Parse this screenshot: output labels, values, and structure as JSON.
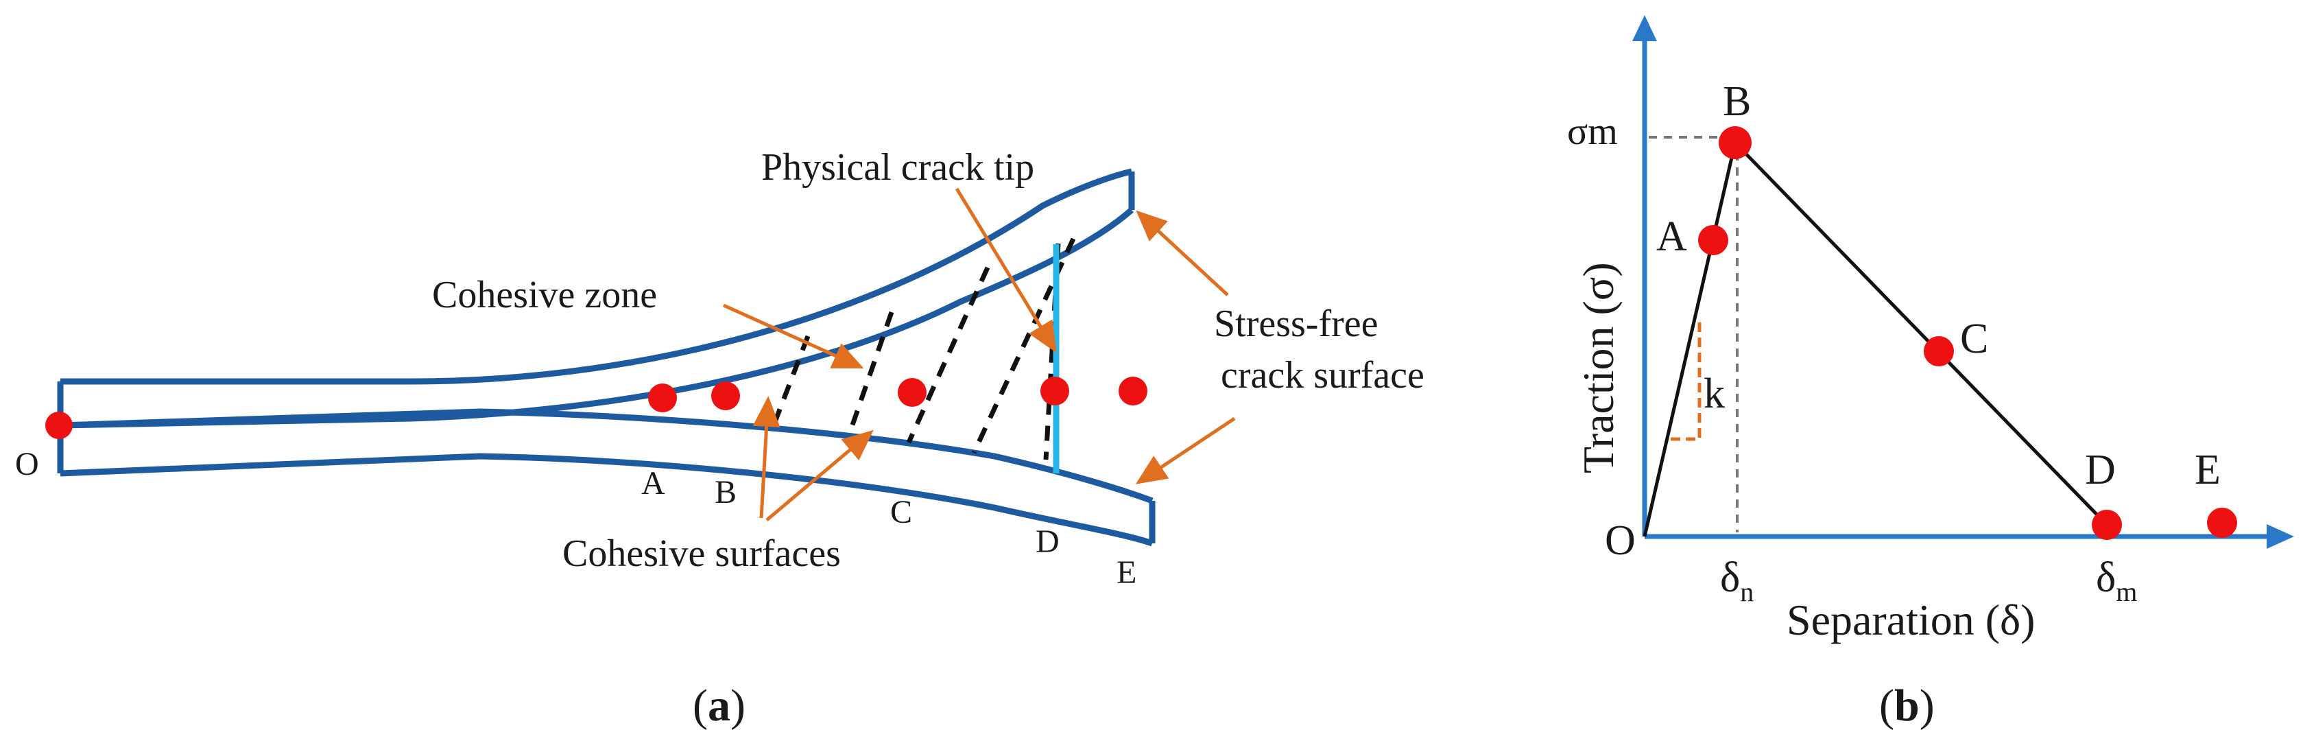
{
  "colors": {
    "beam": "#1e5aa0",
    "crack_tip": "#29b6e8",
    "dot": "#ee1111",
    "arrow": "#e07020",
    "axis": "#2a78c8",
    "k_mark": "#e07020",
    "ink": "#1a1a1a"
  },
  "panel_a": {
    "caption_open": "(",
    "caption_letter": "a",
    "caption_close": ")",
    "label_cohesive_zone": "Cohesive zone",
    "label_physical_crack_tip": "Physical crack tip",
    "label_stress_free_line1": "Stress-free",
    "label_stress_free_line2": "crack surface",
    "label_cohesive_surfaces": "Cohesive surfaces",
    "point_labels": {
      "O": "O",
      "A": "A",
      "B": "B",
      "C": "C",
      "D": "D",
      "E": "E"
    }
  },
  "panel_b": {
    "caption_open": "(",
    "caption_letter": "b",
    "caption_close": ")",
    "y_axis_label": "Traction (σ)",
    "x_axis_label": "Separation (δ)",
    "sigma_m_label": "σm",
    "delta_n_symbol": "δ",
    "delta_n_sub": "n",
    "delta_m_symbol": "δ",
    "delta_m_sub": "m",
    "k_label": "k",
    "origin_label": "O",
    "point_labels": {
      "A": "A",
      "B": "B",
      "C": "C",
      "D": "D",
      "E": "E"
    }
  }
}
